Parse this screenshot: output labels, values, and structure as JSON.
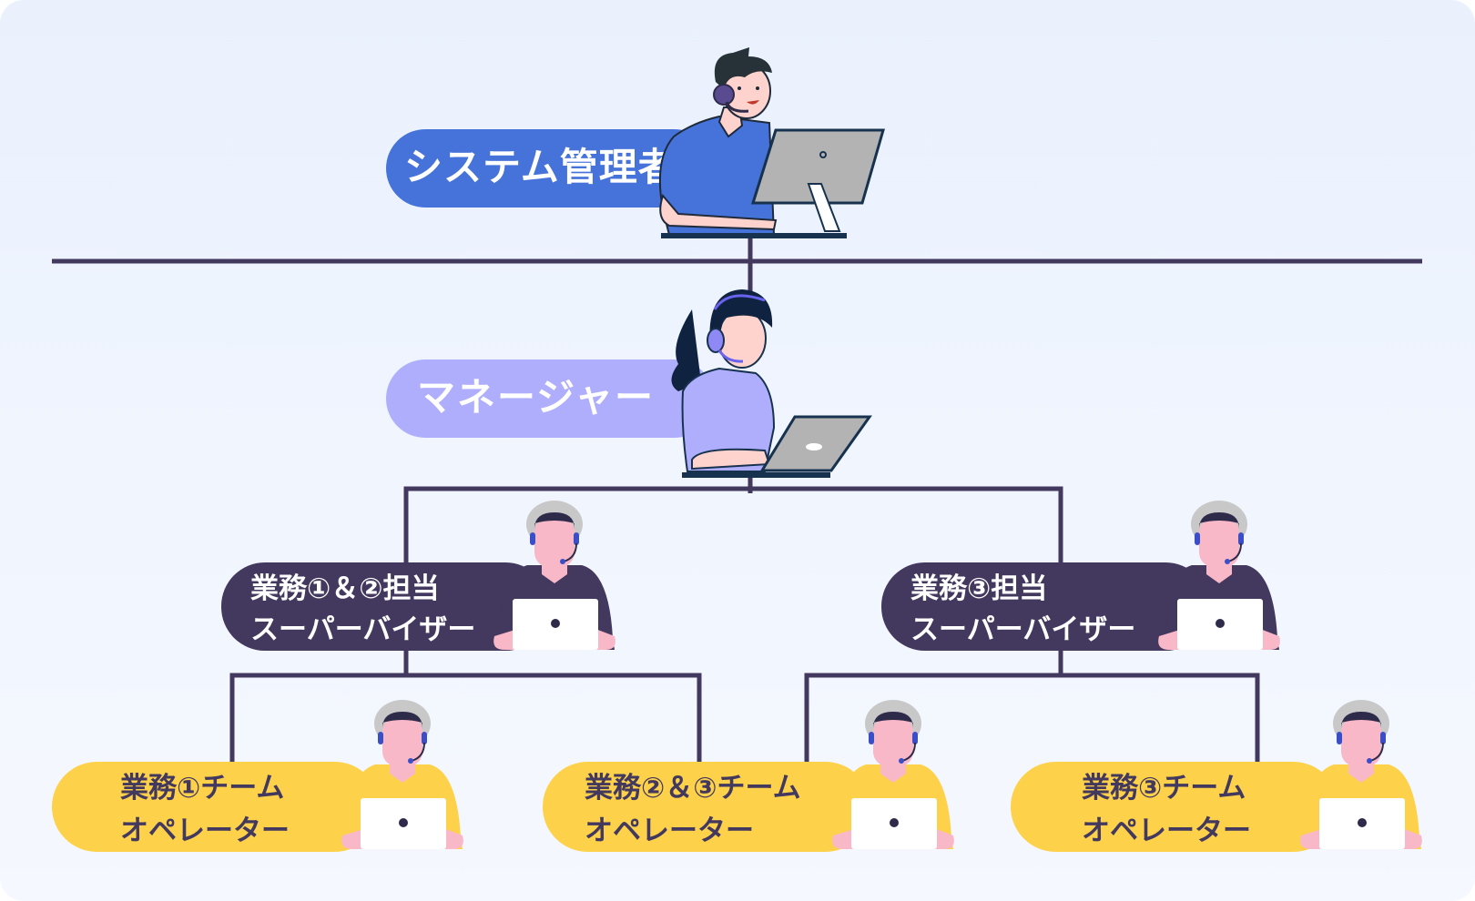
{
  "roles": {
    "admin": {
      "label": "システム管理者"
    },
    "manager": {
      "label": "マネージャー"
    },
    "supervisors": [
      {
        "line1": "業務①＆②担当",
        "line2": "スーパーバイザー"
      },
      {
        "line1": "業務③担当",
        "line2": "スーパーバイザー"
      }
    ],
    "operators": [
      {
        "line1": "業務①チーム",
        "line2": "オペレーター"
      },
      {
        "line1": "業務②＆③チーム",
        "line2": "オペレーター"
      },
      {
        "line1": "業務③チーム",
        "line2": "オペレーター"
      }
    ]
  },
  "colors": {
    "admin": "#4673d9",
    "manager": "#afaefc",
    "supervisor": "#43385e",
    "operator": "#fdd24a",
    "line": "#43385e"
  }
}
